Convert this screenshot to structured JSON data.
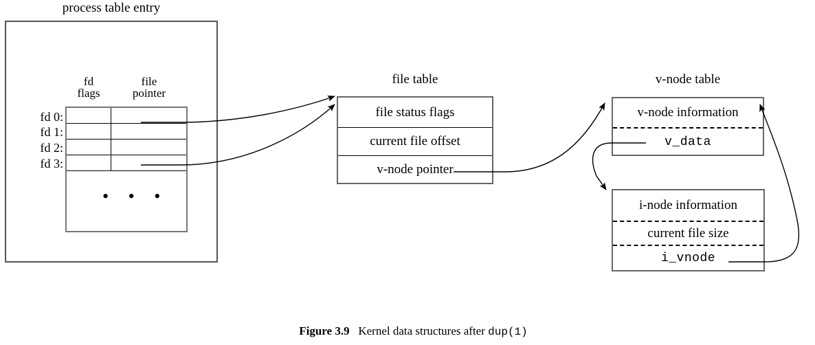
{
  "figure": {
    "caption_label": "Figure 3.9",
    "caption_text": "Kernel data structures after ",
    "caption_code": "dup(1)"
  },
  "process_table": {
    "title": "process table entry",
    "column_headers": {
      "fd_flags": "fd\nflags",
      "file_pointer": "file\npointer"
    },
    "fd_labels": [
      "fd 0:",
      "fd 1:",
      "fd 2:",
      "fd 3:"
    ],
    "ellipsis": "• • •"
  },
  "file_table": {
    "title": "file table",
    "rows": [
      "file status flags",
      "current file offset",
      "v-node pointer"
    ]
  },
  "vnode_table": {
    "title": "v-node table",
    "rows": [
      "v-node information",
      "v_data"
    ]
  },
  "inode": {
    "rows": [
      "i-node information",
      "current file size",
      "i_vnode"
    ]
  },
  "connections": [
    {
      "name": "fd1-to-file-table",
      "from": "fd 1 file pointer",
      "to": "file table"
    },
    {
      "name": "fd3-to-file-table",
      "from": "fd 3 file pointer",
      "to": "file table"
    },
    {
      "name": "vnode-pointer-to-vnode-table",
      "from": "v-node pointer",
      "to": "v-node table"
    },
    {
      "name": "v_data-to-inode",
      "from": "v_data",
      "to": "i-node information"
    },
    {
      "name": "i_vnode-to-vnode-table",
      "from": "i_vnode",
      "to": "v-node table"
    }
  ],
  "colors": {
    "stroke": "#000000",
    "box_border": "#666666",
    "background": "#ffffff"
  }
}
